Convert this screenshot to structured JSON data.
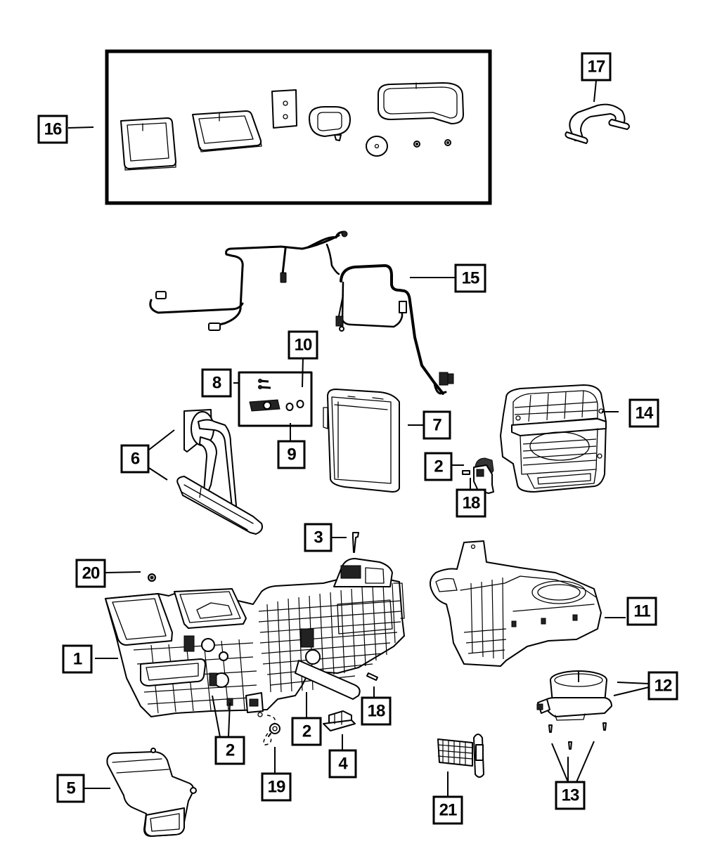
{
  "diagram": {
    "type": "exploded-parts-diagram",
    "subject": "HVAC air conditioning and heater unit assembly",
    "colors": {
      "line": "#000000",
      "background": "#ffffff"
    },
    "callouts": [
      {
        "id": "c1",
        "label": "1",
        "part": "heater-ac-housing"
      },
      {
        "id": "c2a",
        "label": "2",
        "part": "actuator"
      },
      {
        "id": "c2b",
        "label": "2",
        "part": "actuator"
      },
      {
        "id": "c2c",
        "label": "2",
        "part": "actuator"
      },
      {
        "id": "c3",
        "label": "3",
        "part": "screw"
      },
      {
        "id": "c4",
        "label": "4",
        "part": "resistor-module"
      },
      {
        "id": "c5",
        "label": "5",
        "part": "floor-duct"
      },
      {
        "id": "c6",
        "label": "6",
        "part": "heater-core"
      },
      {
        "id": "c7",
        "label": "7",
        "part": "evaporator"
      },
      {
        "id": "c8",
        "label": "8",
        "part": "expansion-valve-kit"
      },
      {
        "id": "c9",
        "label": "9",
        "part": "o-ring"
      },
      {
        "id": "c10",
        "label": "10",
        "part": "screw"
      },
      {
        "id": "c11",
        "label": "11",
        "part": "blower-housing"
      },
      {
        "id": "c12",
        "label": "12",
        "part": "blower-motor"
      },
      {
        "id": "c13",
        "label": "13",
        "part": "screws"
      },
      {
        "id": "c14",
        "label": "14",
        "part": "distribution-duct"
      },
      {
        "id": "c15",
        "label": "15",
        "part": "wiring-harness"
      },
      {
        "id": "c16",
        "label": "16",
        "part": "seal-kit"
      },
      {
        "id": "c17",
        "label": "17",
        "part": "clip"
      },
      {
        "id": "c18a",
        "label": "18",
        "part": "screw"
      },
      {
        "id": "c18b",
        "label": "18",
        "part": "screw"
      },
      {
        "id": "c19",
        "label": "19",
        "part": "bolt"
      },
      {
        "id": "c20",
        "label": "20",
        "part": "nut"
      },
      {
        "id": "c21",
        "label": "21",
        "part": "blower-resistor"
      }
    ]
  }
}
